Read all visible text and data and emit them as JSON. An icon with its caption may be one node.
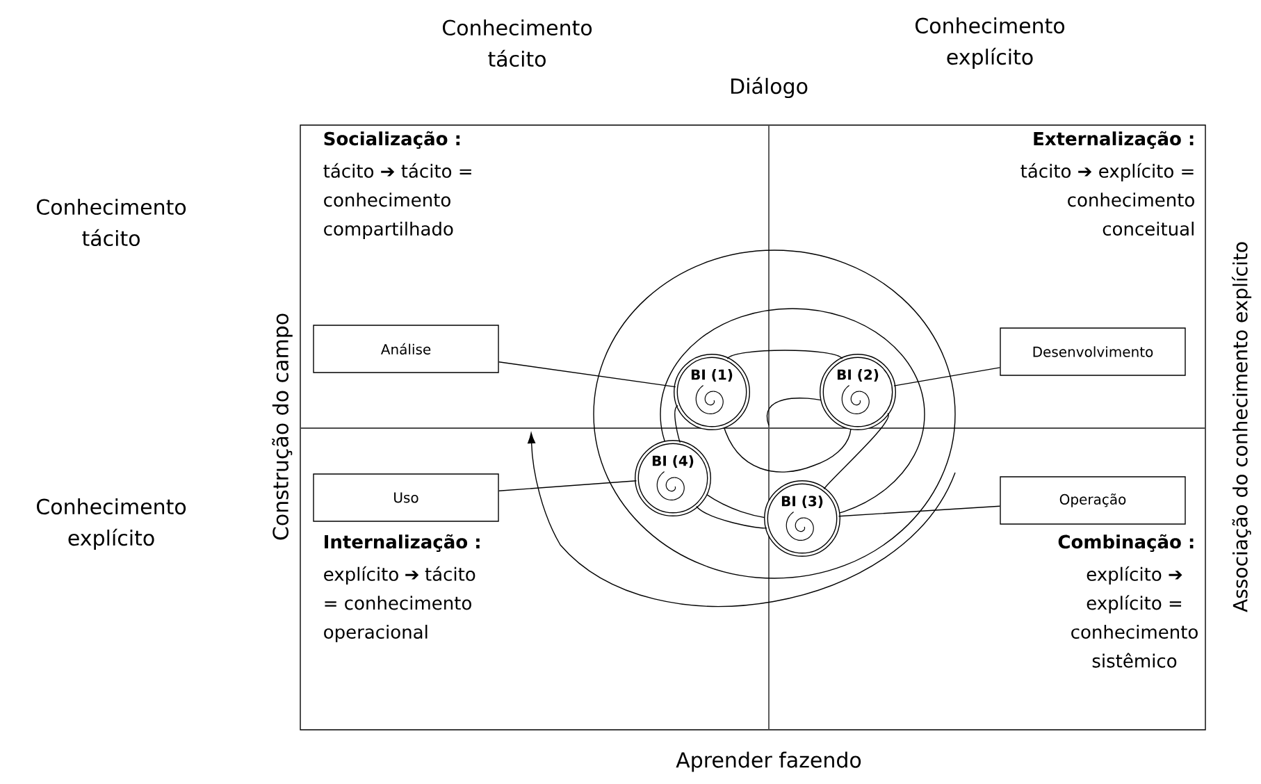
{
  "diagram": {
    "nodes": [
      {
        "text": [
          "Análise"
        ]
      },
      {
        "text": [
          "BI (1)"
        ]
      },
      {
        "text": [
          "BI (2)"
        ]
      },
      {
        "text": [
          "Desenvolvimento"
        ]
      },
      {
        "text": [
          "Uso"
        ]
      },
      {
        "text": [
          "BI (4)"
        ]
      },
      {
        "text": [
          "BI (3)"
        ]
      },
      {
        "text": [
          "Operação"
        ]
      }
    ],
    "edges": [
      {
        "from": 0,
        "to": 1,
        "arrow": "none"
      },
      {
        "from": 3,
        "to": 2,
        "arrow": "none"
      },
      {
        "from": 4,
        "to": 5,
        "arrow": "none"
      },
      {
        "from": 7,
        "to": 6,
        "arrow": "none"
      },
      {
        "from": 1,
        "to": 2,
        "arrow": "none"
      },
      {
        "from": 1,
        "to": 5,
        "arrow": "none"
      },
      {
        "from": 5,
        "to": 6,
        "arrow": "none"
      },
      {
        "from": 2,
        "to": 6,
        "arrow": "none"
      }
    ],
    "labels": [
      "Conhecimento tácito",
      "Diálogo",
      "Conhecimento explícito",
      "Conhecimento tácito",
      "Socialização :",
      "tácito ➔ tácito = conhecimento compartilhado",
      "Externalização :",
      "tácito ➔ explícito = conhecimento conceitual",
      "Associação do conhecimento explícito",
      "Construção do campo",
      "Conhecimento explícito",
      "Internalização :",
      "explícito ➔ tácito = conhecimento operacional",
      "Combinação :",
      "explícito ➔ explícito = conhecimento sistêmico",
      "Aprender fazendo"
    ]
  }
}
